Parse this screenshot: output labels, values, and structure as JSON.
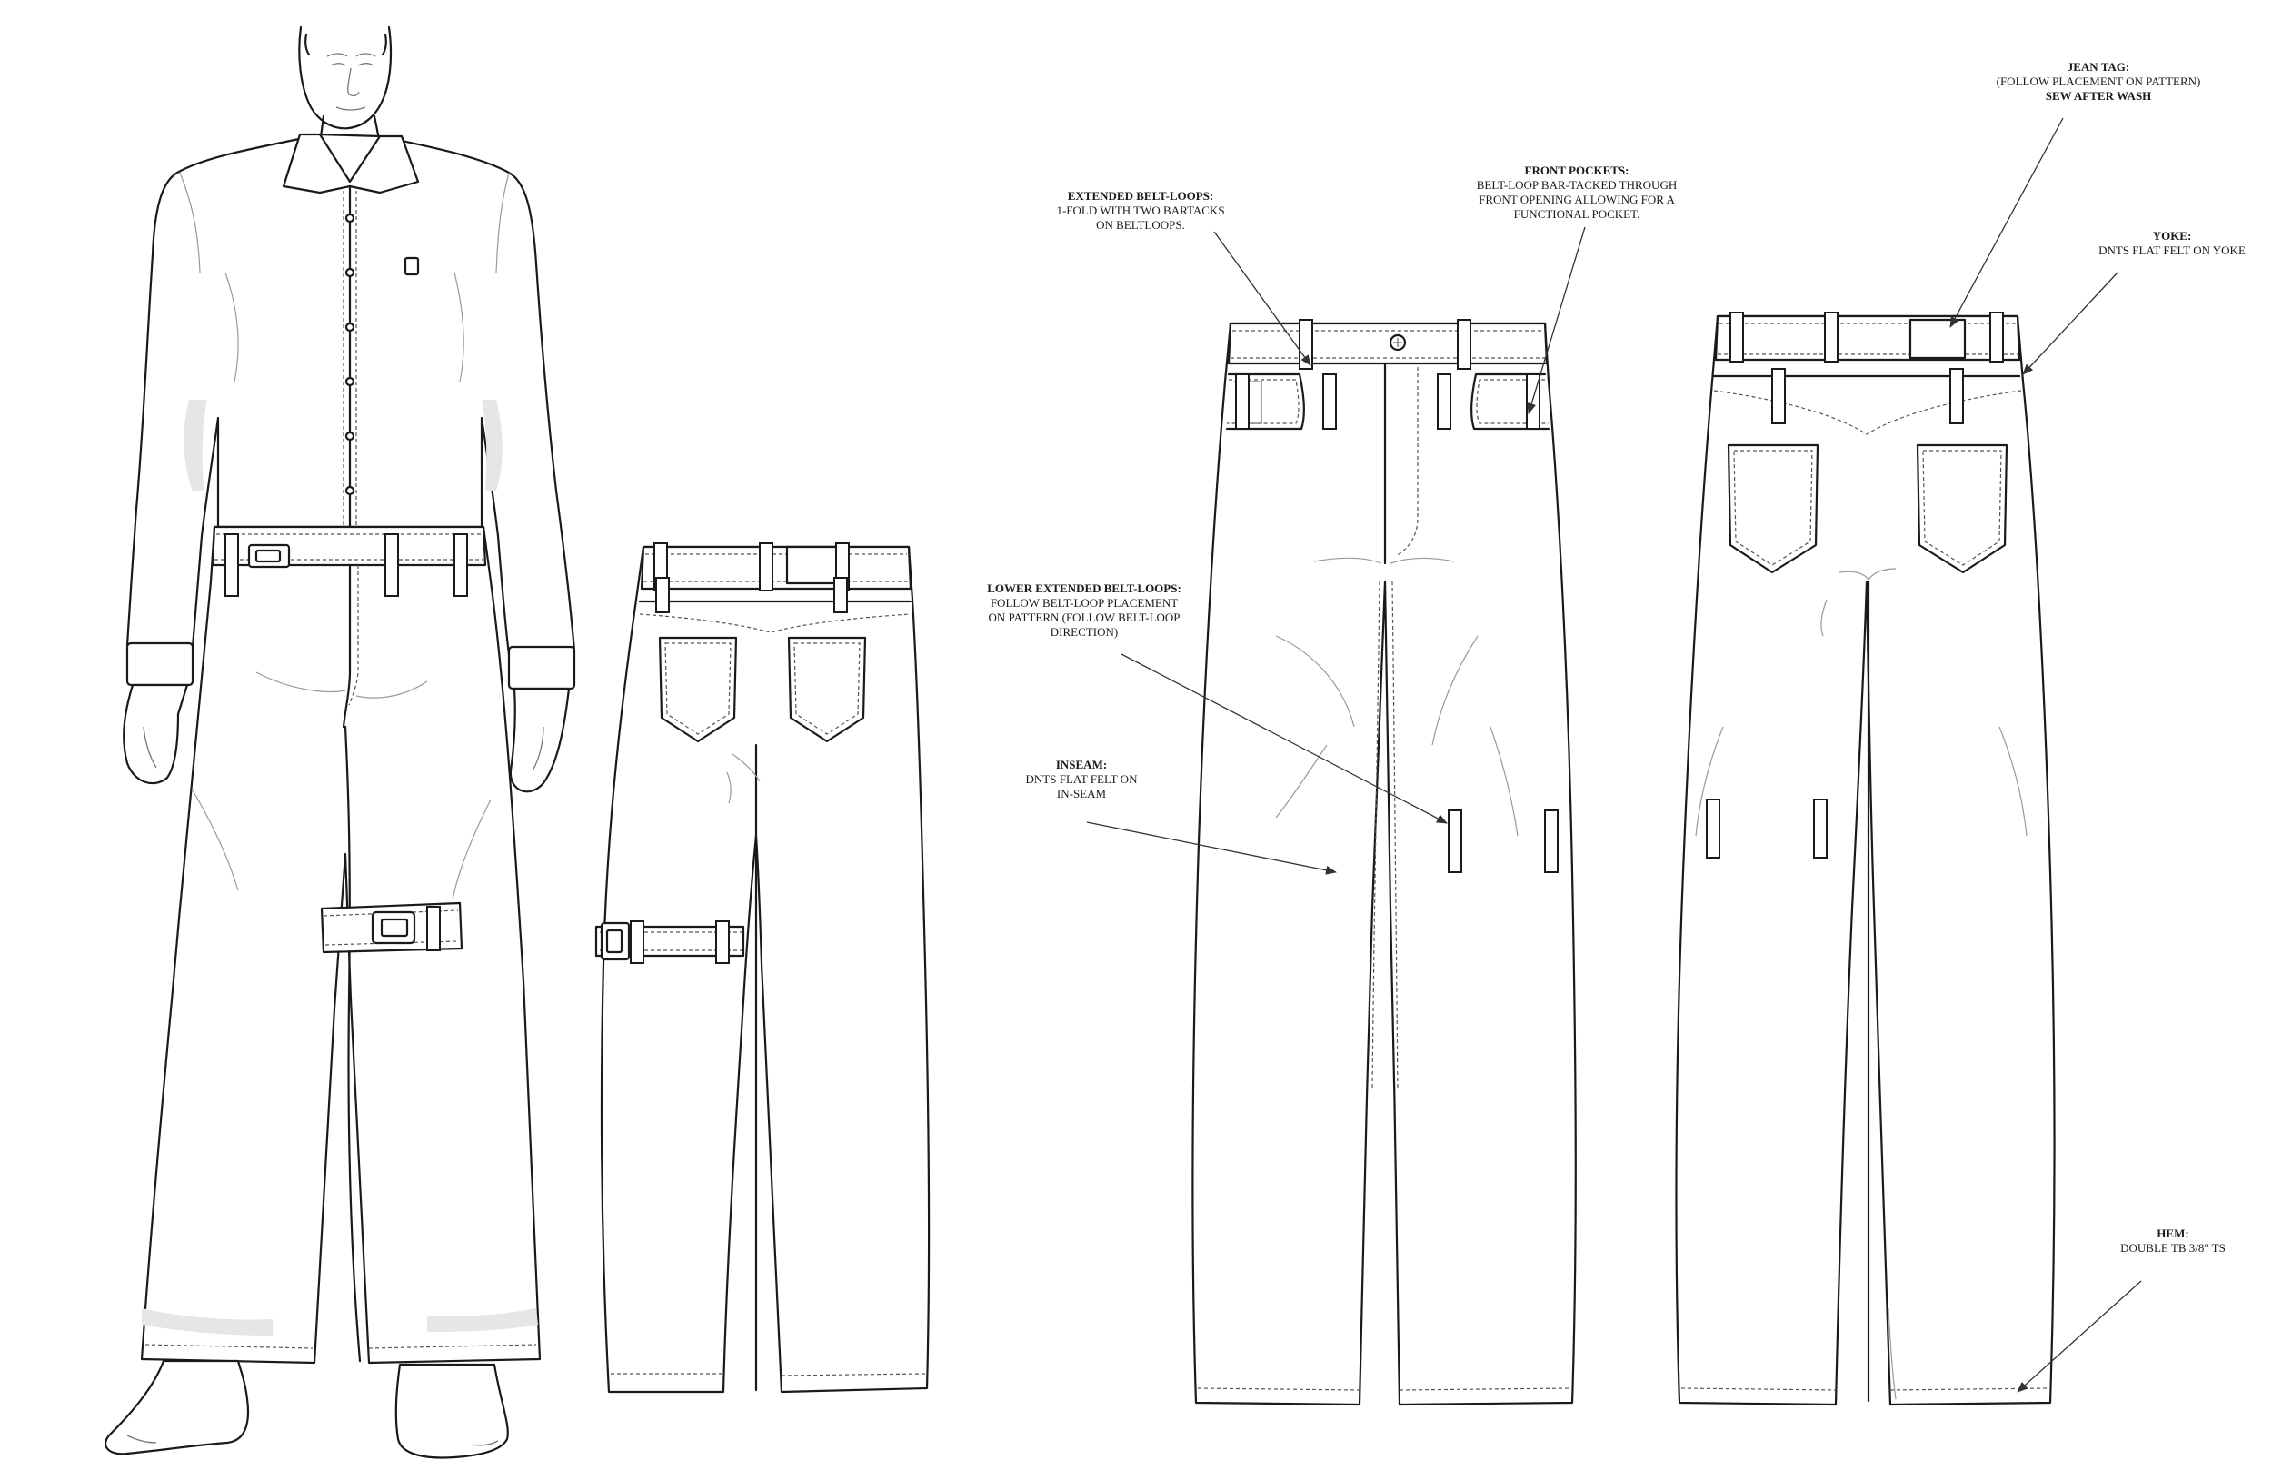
{
  "callouts": {
    "jean_tag": {
      "title": "JEAN TAG:",
      "lines": [
        "(FOLLOW PLACEMENT ON PATTERN)"
      ],
      "bold_line": "SEW AFTER WASH"
    },
    "front_pockets": {
      "title": "FRONT POCKETS:",
      "lines": [
        "BELT-LOOP BAR-TACKED THROUGH",
        "FRONT OPENING ALLOWING FOR A",
        "FUNCTIONAL POCKET."
      ]
    },
    "extended_belt_loops": {
      "title": "EXTENDED BELT-LOOPS:",
      "lines": [
        "1-FOLD  WITH TWO BARTACKS",
        "ON BELTLOOPS."
      ]
    },
    "yoke": {
      "title": "YOKE:",
      "lines": [
        "DNTS FLAT FELT ON YOKE"
      ]
    },
    "lower_extended_belt_loops": {
      "title": "LOWER EXTENDED BELT-LOOPS:",
      "lines": [
        "FOLLOW BELT-LOOP PLACEMENT",
        "ON PATTERN (FOLLOW BELT-LOOP",
        "DIRECTION)"
      ]
    },
    "inseam": {
      "title": "INSEAM:",
      "lines": [
        "DNTS FLAT FELT ON",
        "IN-SEAM"
      ]
    },
    "hem": {
      "title": "HEM:",
      "lines": [
        "DOUBLE TB 3/8\" TS"
      ]
    }
  },
  "colors": {
    "line": "#1a1a1a",
    "stitch": "#555555",
    "shade": "#e6e6e6",
    "background": "#ffffff"
  },
  "views": [
    "figure-on-model",
    "back-view-with-strap",
    "front-flat",
    "back-flat"
  ]
}
